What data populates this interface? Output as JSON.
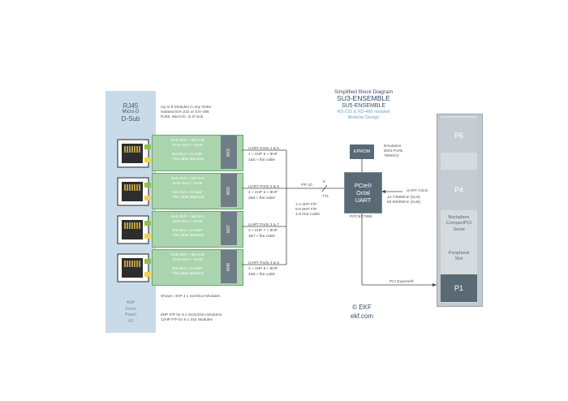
{
  "faceplate": {
    "top_label": [
      "RJ45",
      "Micro-D",
      "D-Sub"
    ],
    "bottom_label": [
      "4HP",
      "Front",
      "Panel",
      "I/O"
    ]
  },
  "top_note": [
    "Up to 8 Modules in any Order",
    "Isolated EIA-232 or EIA-485",
    "RJ45, Micro-D, or D-Sub"
  ],
  "modules": [
    {
      "tab": "M15",
      "text_a": [
        "SUE-SUF » Micro-D",
        "SUG-SUH » RJ45"
      ],
      "text_b": [
        "SUI-SUJ » D-Sub*",
        "* flat cable attached"
      ],
      "uart": [
        "UART Ports 1 & 5",
        "1 » 4HP 5 » 8HP",
        "1&5 » flat cable"
      ]
    },
    {
      "tab": "M26",
      "text_a": [
        "SUE-SUF » Micro-D",
        "SUG-SUH » RJ45"
      ],
      "text_b": [
        "SUI-SUJ » D-Sub*",
        "* flat cable attached"
      ],
      "uart": [
        "UART Ports 2 & 6",
        "2 » 4HP 6 » 8HP",
        "2&6 » flat cable"
      ]
    },
    {
      "tab": "M37",
      "text_a": [
        "SUE-SUF » Micro-D",
        "SUG-SUH » RJ45"
      ],
      "text_b": [
        "SUI-SUJ » D-Sub*",
        "* flat cable attached"
      ],
      "uart": [
        "UART Ports 3 & 7",
        "3 » 4HP 7 » 8HP",
        "3&7 » flat cable"
      ]
    },
    {
      "tab": "M48",
      "text_a": [
        "SUE-SUF » Micro-D",
        "SUG-SUH » RJ45"
      ],
      "text_b": [
        "SUI-SUJ » D-Sub*",
        "* flat cable attached"
      ],
      "uart": [
        "UART Ports 4 & 8",
        "4 » 4HP 8 » 8HP",
        "4&8 » flat cable"
      ]
    }
  ],
  "shown_note": "Shown: 4HP 4 x SUI/SUJ Modules",
  "hp_note": [
    "8HP F/P for 8 x SUG/SUH Modules",
    "12HP F/P for 8 x SUI Modules"
  ],
  "header": {
    "title": "Simplified Block Diagram",
    "model_1": "SU3-ENSEMBLE",
    "model_2": "SU5-ENSEMBLE",
    "subtitle": [
      "RS-232 & RS-485 Isolated",
      "Modular Design"
    ]
  },
  "bus": {
    "io_label": "F/P IO",
    "bits": "8",
    "ttl": "TTL",
    "flat_note": [
      "1-4 4HP F/P",
      "5-8 8HP F/P",
      "1-8 Flat Cable"
    ]
  },
  "eprom": {
    "label": "EPROM",
    "emulation": [
      "Emulation",
      "8/4/2 Ports",
      "7958/4/2"
    ]
  },
  "uart_chip": {
    "lines": [
      "PCIe®",
      "Octal",
      "UART"
    ],
    "part": "PI7C9X7958",
    "clock_label": "UART Clock",
    "freq": [
      "14.7456MHz (SU3)",
      "50.0000MHz (SU5)"
    ],
    "pcie_label": "PCI Express®"
  },
  "backplane": {
    "p6": "P6",
    "p4": "P4",
    "compact": [
      "Backplane",
      "CompactPCI",
      "Serial"
    ],
    "peripheral": [
      "Peripheral",
      "Slot"
    ],
    "p1": "P1"
  },
  "copyright": [
    "© EKF",
    "ekf.com"
  ],
  "colors": {
    "module_green": "#a9d4ad",
    "faceplate_blue": "#c9dbe9",
    "chip_slate": "#596a75",
    "backplane_grey": "#b8c0c6"
  }
}
